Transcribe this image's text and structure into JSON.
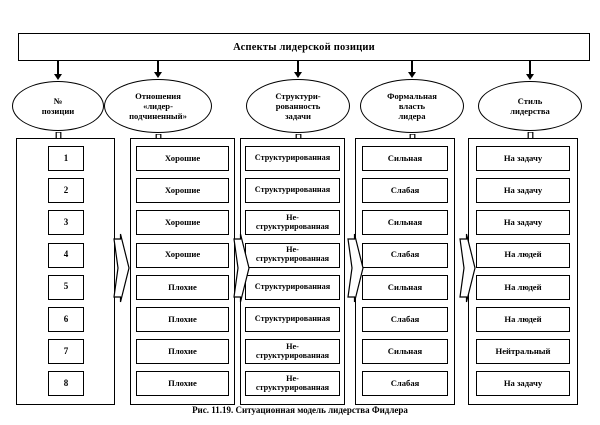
{
  "figure": {
    "banner_title": "Аспекты лидерской позиции",
    "caption": "Рис. 11.19. Ситуационная модель лидерства Фидлера"
  },
  "headers": [
    {
      "id": "position-number",
      "label": "№\nпозиции"
    },
    {
      "id": "leader-member",
      "label": "Отношения\n«лидер-\nподчиненный»"
    },
    {
      "id": "task-structure",
      "label": "Структури-\nрованность\nзадачи"
    },
    {
      "id": "formal-power",
      "label": "Формальная\nвласть\nлидера"
    },
    {
      "id": "leadership-style",
      "label": "Стиль\nлидерства"
    }
  ],
  "columns": {
    "position": [
      "1",
      "2",
      "3",
      "4",
      "5",
      "6",
      "7",
      "8"
    ],
    "relations": [
      "Хорошие",
      "Хорошие",
      "Хорошие",
      "Хорошие",
      "Плохие",
      "Плохие",
      "Плохие",
      "Плохие"
    ],
    "structure": [
      "Структурированная",
      "Структурированная",
      "Не-\nструктурированная",
      "Не-\nструктурированная",
      "Структурированная",
      "Структурированная",
      "Не-\nструктурированная",
      "Не-\nструктурированная"
    ],
    "power": [
      "Сильная",
      "Слабая",
      "Сильная",
      "Слабая",
      "Сильная",
      "Слабая",
      "Сильная",
      "Слабая"
    ],
    "style": [
      "На задачу",
      "На задачу",
      "На задачу",
      "На людей",
      "На людей",
      "На людей",
      "Нейтральный",
      "На задачу"
    ]
  },
  "colors": {
    "ink": "#000000",
    "paper": "#ffffff"
  }
}
